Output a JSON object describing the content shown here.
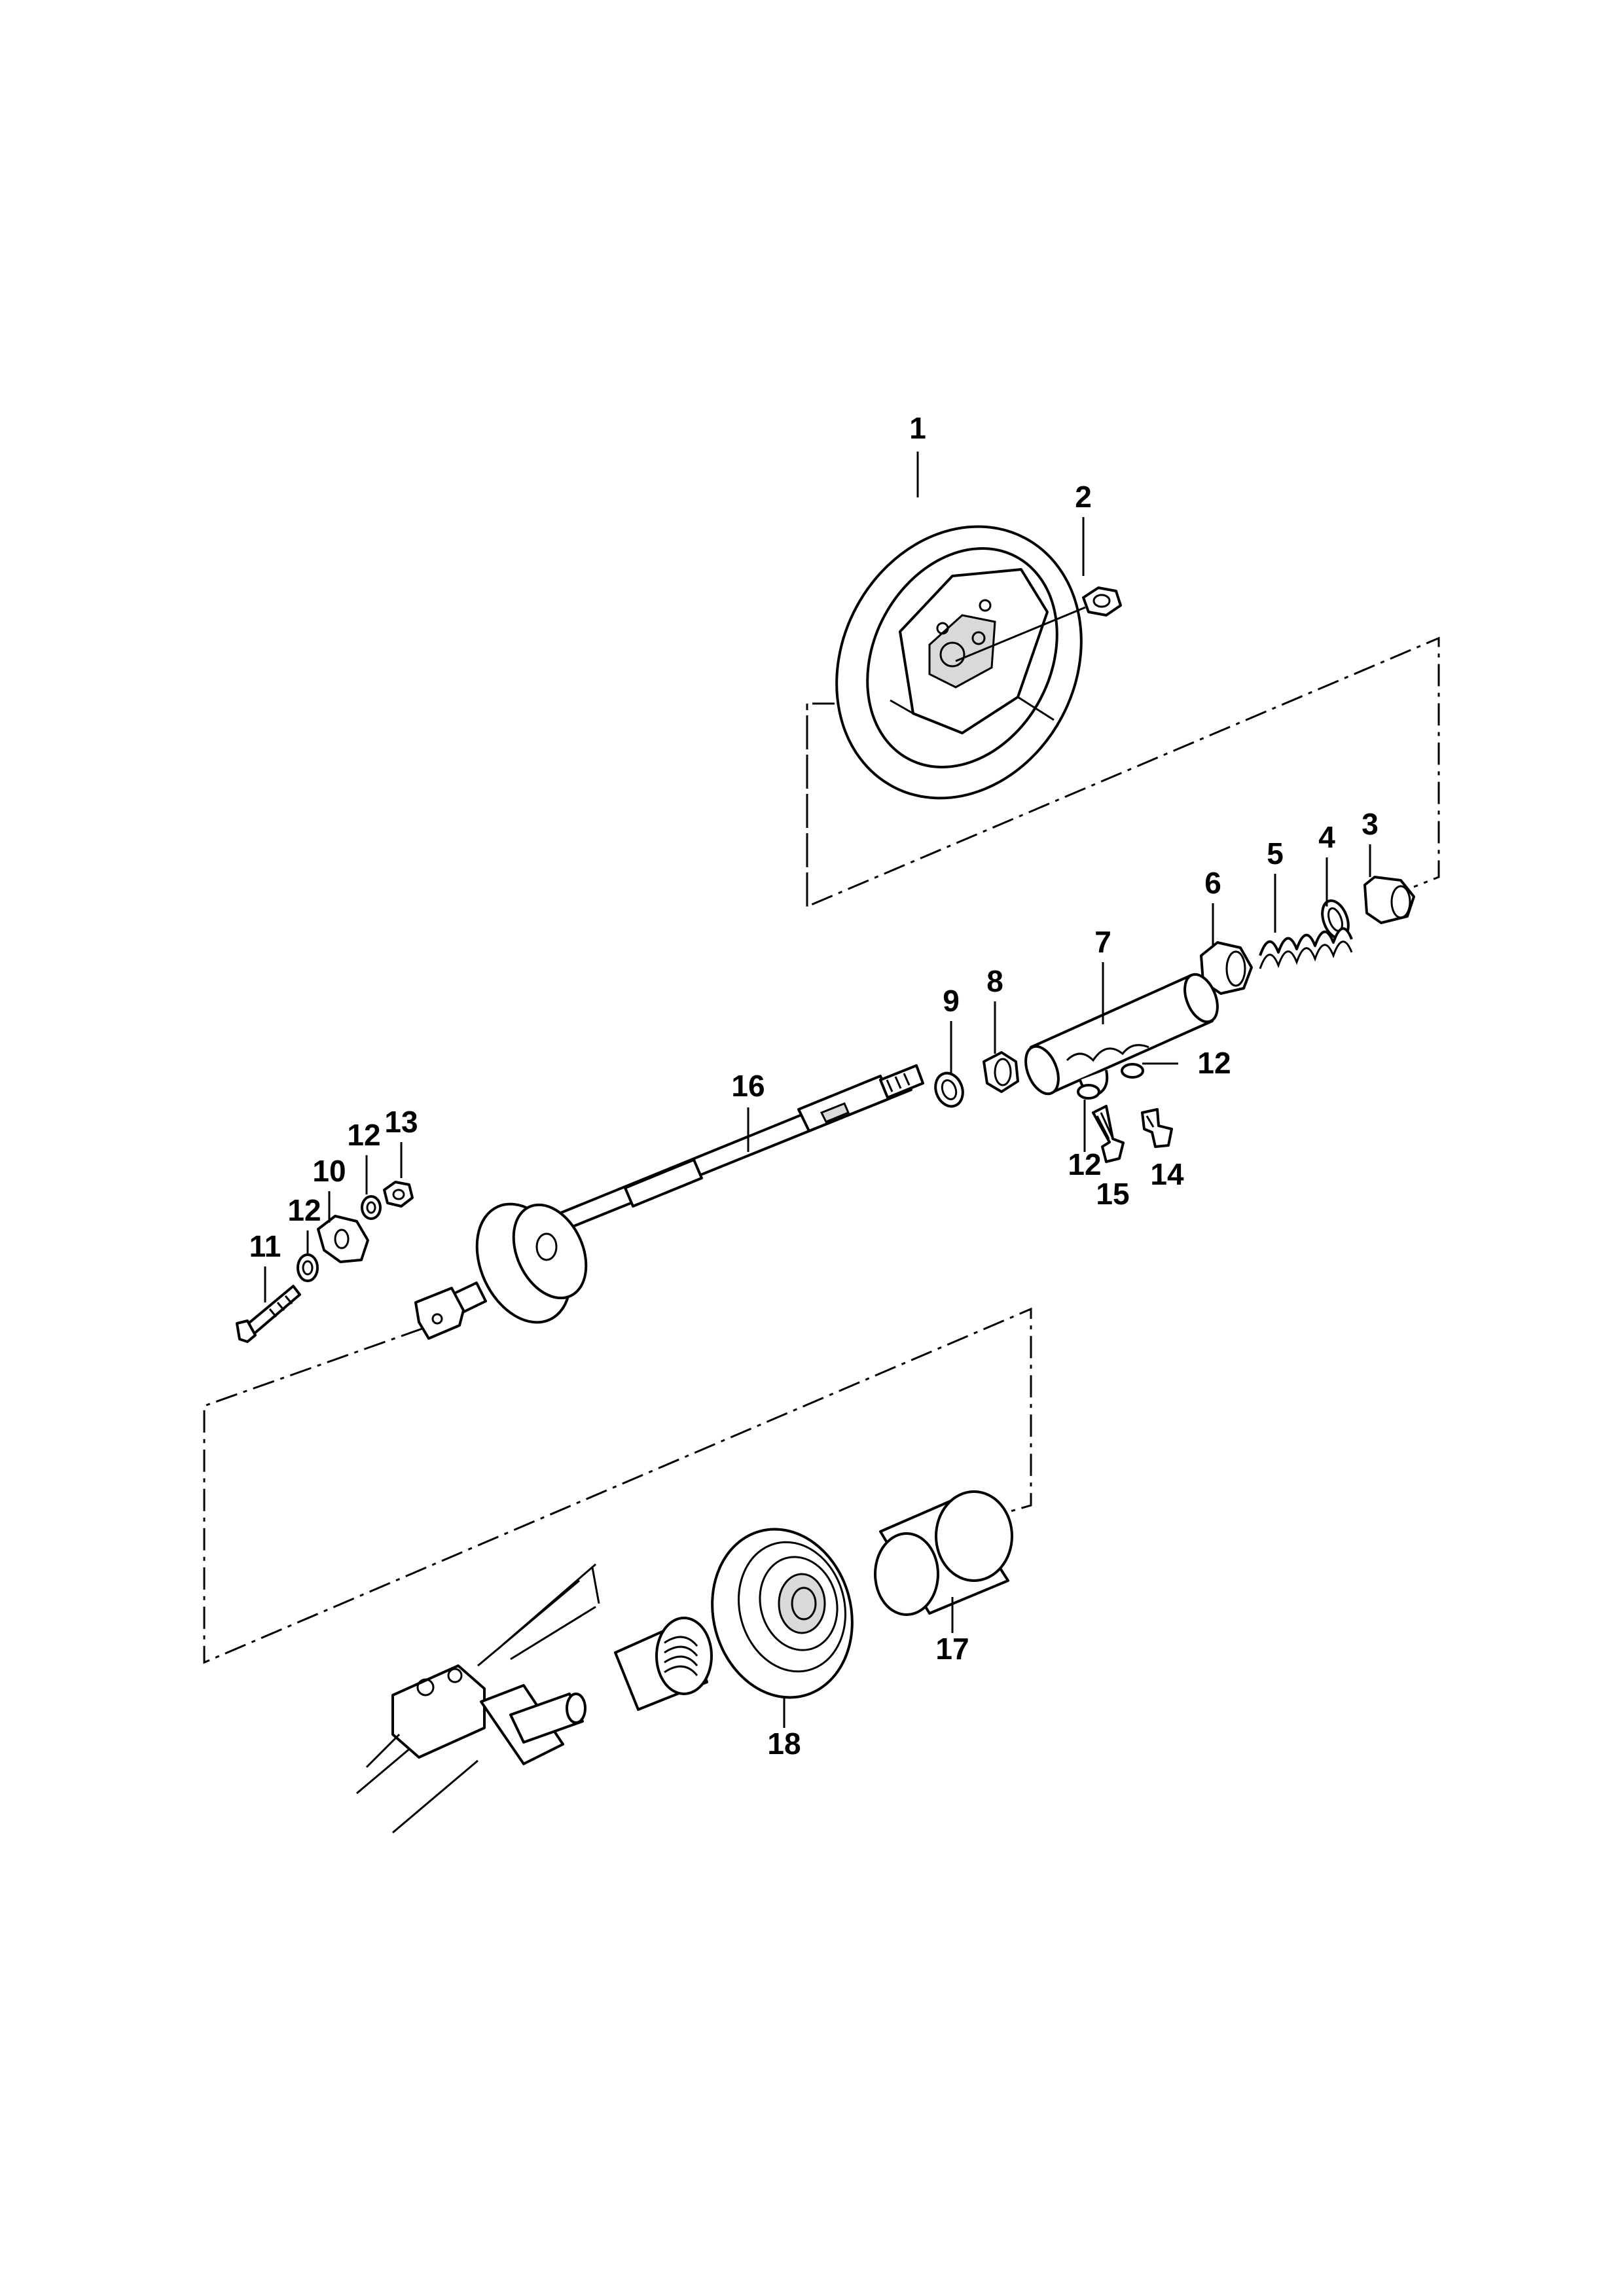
{
  "diagram": {
    "title": "",
    "callouts": [
      {
        "id": "c1",
        "label": "1"
      },
      {
        "id": "c2",
        "label": "2"
      },
      {
        "id": "c3",
        "label": "3"
      },
      {
        "id": "c4",
        "label": "4"
      },
      {
        "id": "c5",
        "label": "5"
      },
      {
        "id": "c6",
        "label": "6"
      },
      {
        "id": "c7",
        "label": "7"
      },
      {
        "id": "c8",
        "label": "8"
      },
      {
        "id": "c9",
        "label": "9"
      },
      {
        "id": "c10",
        "label": "10"
      },
      {
        "id": "c11",
        "label": "11"
      },
      {
        "id": "c12a",
        "label": "12"
      },
      {
        "id": "c12b",
        "label": "12"
      },
      {
        "id": "c12c",
        "label": "12"
      },
      {
        "id": "c12d",
        "label": "12"
      },
      {
        "id": "c13",
        "label": "13"
      },
      {
        "id": "c14",
        "label": "14"
      },
      {
        "id": "c15",
        "label": "15"
      },
      {
        "id": "c16",
        "label": "16"
      },
      {
        "id": "c17",
        "label": "17"
      },
      {
        "id": "c18",
        "label": "18"
      }
    ]
  },
  "colors": {
    "line": "#000000",
    "background": "#ffffff",
    "shade": "#d9d9d9"
  }
}
